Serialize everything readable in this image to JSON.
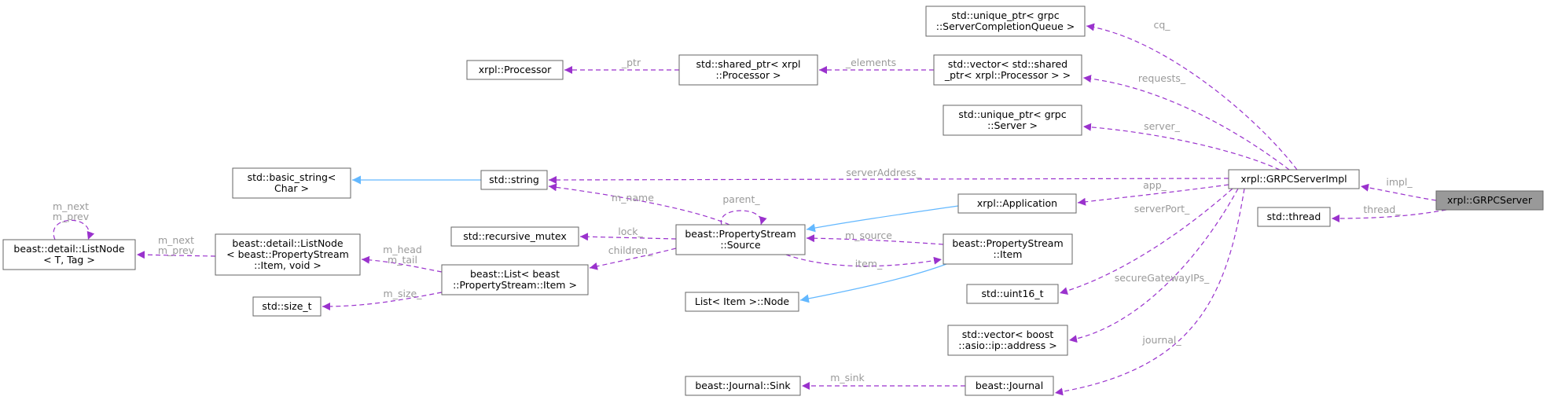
{
  "diagram": {
    "nodes": [
      {
        "id": "grpc_server",
        "lines": [
          "xrpl::GRPCServer"
        ],
        "focus": true
      },
      {
        "id": "grpc_server_impl",
        "lines": [
          "xrpl::GRPCServerImpl"
        ]
      },
      {
        "id": "std_thread",
        "lines": [
          "std::thread"
        ]
      },
      {
        "id": "completion_queue",
        "lines": [
          "std::unique_ptr< grpc",
          "::ServerCompletionQueue >"
        ]
      },
      {
        "id": "vector_processor",
        "lines": [
          "std::vector< std::shared",
          "_ptr< xrpl::Processor > >"
        ]
      },
      {
        "id": "shared_processor",
        "lines": [
          "std::shared_ptr< xrpl",
          "::Processor >"
        ]
      },
      {
        "id": "processor",
        "lines": [
          "xrpl::Processor"
        ]
      },
      {
        "id": "unique_server",
        "lines": [
          "std::unique_ptr< grpc",
          "::Server >"
        ]
      },
      {
        "id": "basic_string",
        "lines": [
          "std::basic_string<",
          "Char >"
        ]
      },
      {
        "id": "std_string",
        "lines": [
          "std::string"
        ]
      },
      {
        "id": "application",
        "lines": [
          "xrpl::Application"
        ]
      },
      {
        "id": "ps_source",
        "lines": [
          "beast::PropertyStream",
          "::Source"
        ]
      },
      {
        "id": "ps_item",
        "lines": [
          "beast::PropertyStream",
          "::Item"
        ]
      },
      {
        "id": "recursive_mutex",
        "lines": [
          "std::recursive_mutex"
        ]
      },
      {
        "id": "list_node_tag",
        "lines": [
          "beast::detail::ListNode",
          "< T, Tag >"
        ]
      },
      {
        "id": "list_node_item",
        "lines": [
          "beast::detail::ListNode",
          "< beast::PropertyStream",
          "::Item, void >"
        ]
      },
      {
        "id": "beast_list",
        "lines": [
          "beast::List< beast",
          "::PropertyStream::Item >"
        ]
      },
      {
        "id": "size_t",
        "lines": [
          "std::size_t"
        ]
      },
      {
        "id": "list_item_node",
        "lines": [
          "List< Item >::Node"
        ]
      },
      {
        "id": "uint16",
        "lines": [
          "std::uint16_t"
        ]
      },
      {
        "id": "vector_address",
        "lines": [
          "std::vector< boost",
          "::asio::ip::address >"
        ]
      },
      {
        "id": "journal_sink",
        "lines": [
          "beast::Journal::Sink"
        ]
      },
      {
        "id": "journal",
        "lines": [
          "beast::Journal"
        ]
      }
    ],
    "edges": [
      {
        "id": "e_impl",
        "type": "member",
        "from": "grpc_server",
        "to": "grpc_server_impl",
        "label": "impl_"
      },
      {
        "id": "e_thread",
        "type": "member",
        "from": "grpc_server",
        "to": "std_thread",
        "label": "thread_"
      },
      {
        "id": "e_cq",
        "type": "member",
        "from": "grpc_server_impl",
        "to": "completion_queue",
        "label": "cq_"
      },
      {
        "id": "e_requests",
        "type": "member",
        "from": "grpc_server_impl",
        "to": "vector_processor",
        "label": "requests_"
      },
      {
        "id": "e_server",
        "type": "member",
        "from": "grpc_server_impl",
        "to": "unique_server",
        "label": "server_"
      },
      {
        "id": "e_serveraddr",
        "type": "member",
        "from": "grpc_server_impl",
        "to": "std_string",
        "label": "serverAddress_"
      },
      {
        "id": "e_app",
        "type": "member",
        "from": "grpc_server_impl",
        "to": "application",
        "label": "app_"
      },
      {
        "id": "e_port",
        "type": "member",
        "from": "grpc_server_impl",
        "to": "uint16",
        "label": "serverPort_"
      },
      {
        "id": "e_gateway",
        "type": "member",
        "from": "grpc_server_impl",
        "to": "vector_address",
        "label": "secureGatewayIPs_"
      },
      {
        "id": "e_journal",
        "type": "member",
        "from": "grpc_server_impl",
        "to": "journal",
        "label": "journal_"
      },
      {
        "id": "e_elements",
        "type": "member",
        "from": "vector_processor",
        "to": "shared_processor",
        "label": "_elements"
      },
      {
        "id": "e_ptr",
        "type": "member",
        "from": "shared_processor",
        "to": "processor",
        "label": "_ptr"
      },
      {
        "id": "e_basic",
        "type": "inherit",
        "from": "std_string",
        "to": "basic_string",
        "label": ""
      },
      {
        "id": "e_app_src",
        "type": "inherit",
        "from": "application",
        "to": "ps_source",
        "label": ""
      },
      {
        "id": "e_item_node",
        "type": "inherit",
        "from": "ps_item",
        "to": "list_item_node",
        "label": ""
      },
      {
        "id": "e_name",
        "type": "member",
        "from": "ps_source",
        "to": "std_string",
        "label": "m_name"
      },
      {
        "id": "e_parent",
        "type": "member",
        "from": "ps_source",
        "to": "ps_source",
        "label": "parent_"
      },
      {
        "id": "e_lock",
        "type": "member",
        "from": "ps_source",
        "to": "recursive_mutex",
        "label": "lock_"
      },
      {
        "id": "e_children",
        "type": "member",
        "from": "ps_source",
        "to": "beast_list",
        "label": "children_"
      },
      {
        "id": "e_msource",
        "type": "member",
        "from": "ps_item",
        "to": "ps_source",
        "label": "m_source"
      },
      {
        "id": "e_item",
        "type": "member",
        "from": "ps_source",
        "to": "ps_item",
        "label": "item_"
      },
      {
        "id": "e_headtail",
        "type": "member",
        "from": "beast_list",
        "to": "list_node_item",
        "label": "m_head\nm_tail"
      },
      {
        "id": "e_msize",
        "type": "member",
        "from": "beast_list",
        "to": "size_t",
        "label": "m_size_"
      },
      {
        "id": "e_nextprev",
        "type": "member",
        "from": "list_node_item",
        "to": "list_node_tag",
        "label": "m_next\nm_prev"
      },
      {
        "id": "e_self_nextprev",
        "type": "member",
        "from": "list_node_tag",
        "to": "list_node_tag",
        "label": "m_next\nm_prev"
      },
      {
        "id": "e_sink",
        "type": "member",
        "from": "journal",
        "to": "journal_sink",
        "label": "m_sink"
      }
    ]
  },
  "colors": {
    "member_edge": "#9a32cd",
    "inherit_edge": "#63b8ff",
    "focus_fill": "#999999",
    "node_border": "#666666",
    "label": "#9a9a9a"
  }
}
